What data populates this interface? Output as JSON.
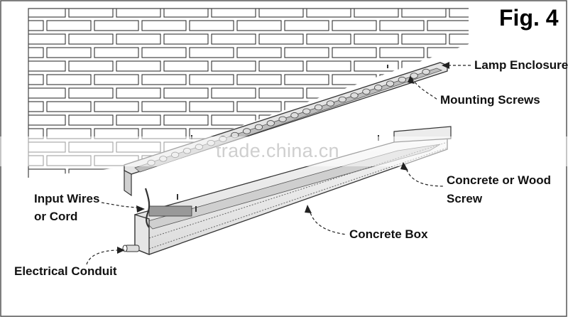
{
  "figure": {
    "title": "Fig. 4"
  },
  "labels": {
    "lamp_enclosure": "Lamp Enclosure",
    "mounting_screws": "Mounting Screws",
    "concrete_or_wood_screw": [
      "Concrete or Wood",
      "Screw"
    ],
    "input_wires": [
      "Input Wires",
      "or Cord"
    ],
    "concrete_box": "Concrete Box",
    "electrical_conduit": "Electrical Conduit"
  },
  "watermark": "trade.china.cn",
  "colors": {
    "line": "#333333",
    "brick_fill": "#ffffff",
    "led_fill": "#dddddd",
    "watermark": "#cfcfcf"
  }
}
